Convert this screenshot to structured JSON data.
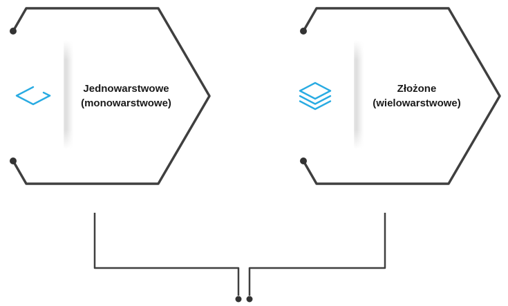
{
  "colors": {
    "accent": "#29abe2",
    "line": "#3f3f3f",
    "dot": "#333333",
    "text": "#1a1a1a"
  },
  "nodes": [
    {
      "id": "single-layer",
      "label": "Jednowarstwowe\n(monowarstwowe)",
      "icon": "single-layer-icon"
    },
    {
      "id": "multi-layer",
      "label": "Złożone\n(wielowarstwowe)",
      "icon": "stacked-layers-icon"
    }
  ]
}
